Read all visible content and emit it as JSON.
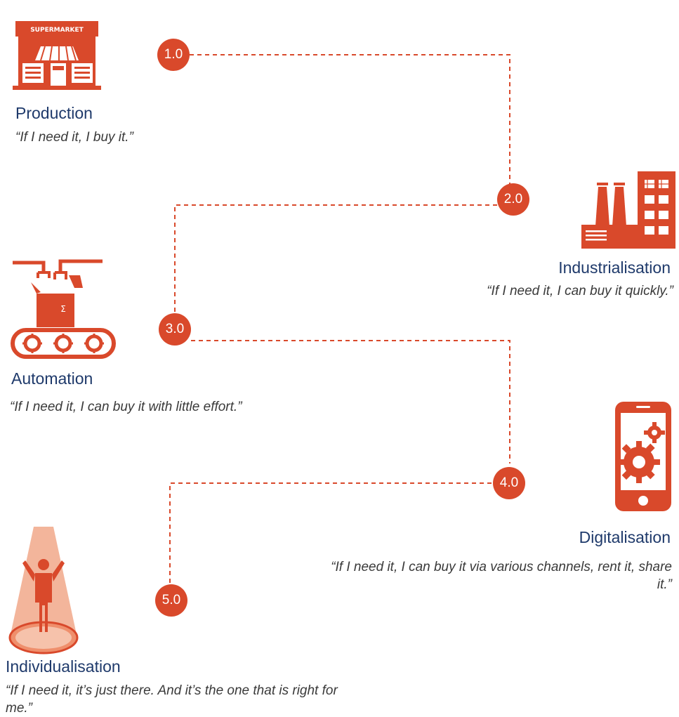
{
  "colors": {
    "accent": "#d9492b",
    "title": "#1f3a6b",
    "quote": "#3a3a3a",
    "light_accent": "#f3b59b"
  },
  "stages": [
    {
      "number": "1.0",
      "title": "Production",
      "quote": "“If I need it, I buy it.”",
      "icon": "supermarket-icon",
      "icon_sign": "SUPERMARKET"
    },
    {
      "number": "2.0",
      "title": "Industrialisation",
      "quote": "“If I need it, I can buy it quickly.”",
      "icon": "factory-icon"
    },
    {
      "number": "3.0",
      "title": "Automation",
      "quote": "“If I need it, I can buy it with little effort.”",
      "icon": "conveyor-robot-icon"
    },
    {
      "number": "4.0",
      "title": "Digitalisation",
      "quote": "“If I need it, I can buy it via various channels, rent it, share it.”",
      "icon": "smartphone-gear-icon"
    },
    {
      "number": "5.0",
      "title": "Individualisation",
      "quote": "“If I need it, it’s just there. And it’s the one that is right for me.”",
      "icon": "spotlight-person-icon"
    }
  ]
}
